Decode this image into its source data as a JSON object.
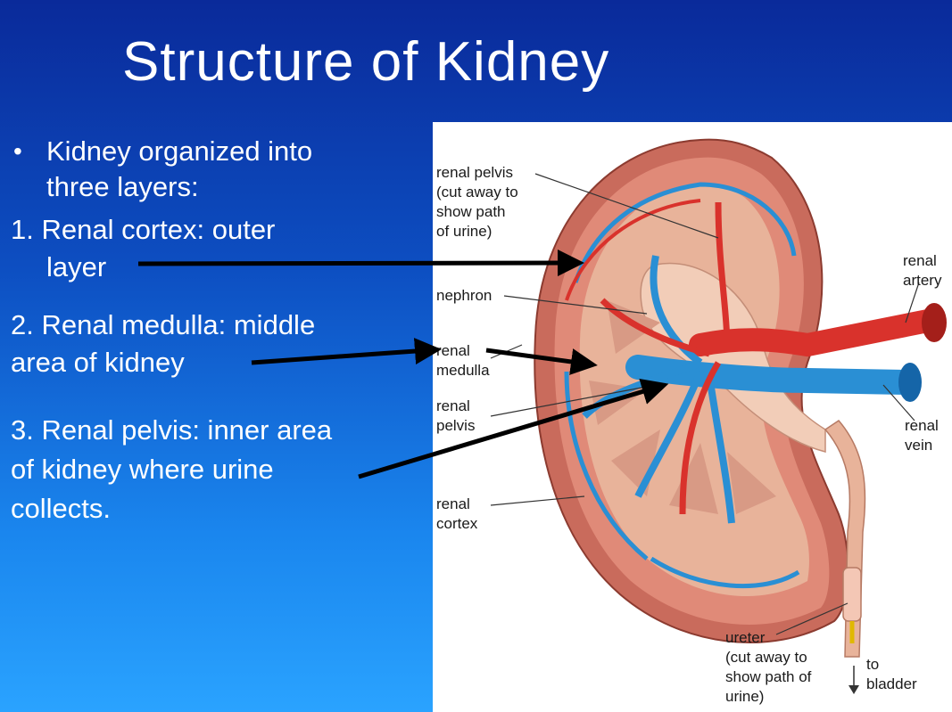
{
  "title": "Structure of Kidney",
  "bullets": {
    "intro_line1": "Kidney organized into",
    "intro_line2": "three layers:",
    "cortex_line1": "1. Renal cortex: outer",
    "cortex_line2": "layer",
    "medulla_line1": "2.  Renal medulla:  middle",
    "medulla_line2": "area of kidney",
    "pelvis_line1": "3.  Renal pelvis:  inner area",
    "pelvis_line2": "of kidney where urine",
    "pelvis_line3": "collects."
  },
  "figure": {
    "labels": {
      "renal_pelvis_1": "renal pelvis",
      "renal_pelvis_2": "(cut away to",
      "renal_pelvis_3": "show path",
      "renal_pelvis_4": "of urine)",
      "nephron": "nephron",
      "medulla_1": "renal",
      "medulla_2": "medulla",
      "pelvis_1": "renal",
      "pelvis_2": "pelvis",
      "cortex_1": "renal",
      "cortex_2": "cortex",
      "artery_1": "renal",
      "artery_2": "artery",
      "vein_1": "renal",
      "vein_2": "vein",
      "ureter_1": "ureter",
      "ureter_2": "(cut away to",
      "ureter_3": "show path of",
      "ureter_4": "urine)",
      "bladder_1": "to",
      "bladder_2": "bladder"
    }
  },
  "colors": {
    "artery": "#d9322c",
    "vein": "#2a8fd4",
    "tissue": "#e8b39a",
    "cortex": "#c96b5c"
  }
}
